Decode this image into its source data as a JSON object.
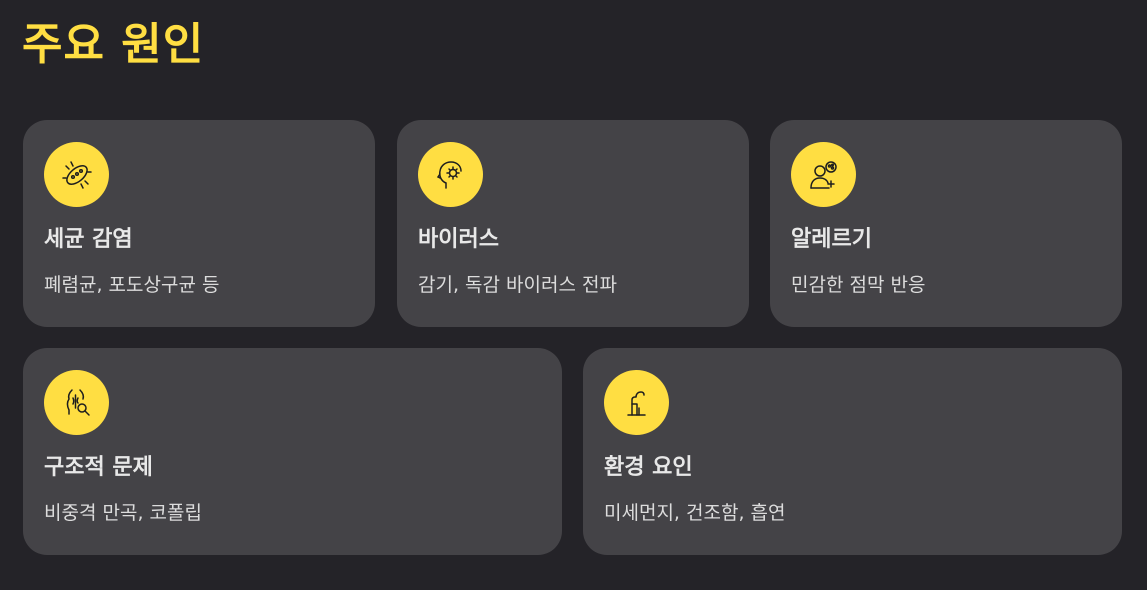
{
  "page": {
    "title": "주요 원인"
  },
  "colors": {
    "background": "#242328",
    "card": "#444347",
    "accent": "#ffde42",
    "text": "#e8e8e8"
  },
  "cards": [
    {
      "icon": "bacteria-icon",
      "title": "세균 감염",
      "desc": "폐렴균, 포도상구균 등"
    },
    {
      "icon": "virus-head-icon",
      "title": "바이러스",
      "desc": "감기, 독감 바이러스 전파"
    },
    {
      "icon": "allergy-person-icon",
      "title": "알레르기",
      "desc": "민감한 점막 반응"
    },
    {
      "icon": "nasal-anatomy-icon",
      "title": "구조적 문제",
      "desc": "비중격 만곡, 코폴립"
    },
    {
      "icon": "factory-smoke-icon",
      "title": "환경 요인",
      "desc": "미세먼지, 건조함, 흡연"
    }
  ]
}
